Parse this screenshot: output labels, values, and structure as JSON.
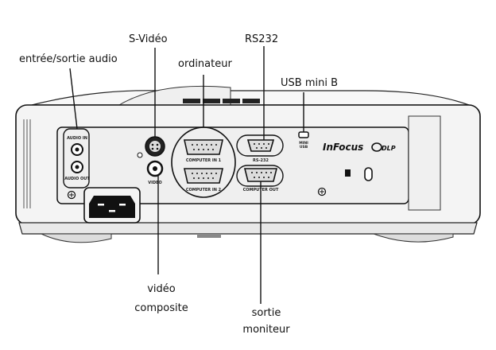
{
  "callouts": {
    "audio": "entrée/sortie audio",
    "svideo": "S-Vidéo",
    "computer": "ordinateur",
    "rs232": "RS232",
    "usb": "USB mini B",
    "video_line1": "vidéo",
    "video_line2": "composite",
    "monitor_line1": "sortie",
    "monitor_line2": "moniteur"
  },
  "panel_labels": {
    "audio_in": "AUDIO IN",
    "audio_out": "AUDIO OUT",
    "video": "VIDEO",
    "computer_in_1": "COMPUTER IN 1",
    "computer_in_2": "COMPUTER IN 2",
    "rs232": "RS-232",
    "computer_out": "COMPUTER OUT",
    "usb_line1": "MINI",
    "usb_line2": "USB",
    "brand": "InFocus",
    "dlp": "DLP"
  },
  "colors": {
    "line": "#111111",
    "body_light": "#f4f4f4",
    "panel": "#efefef"
  }
}
